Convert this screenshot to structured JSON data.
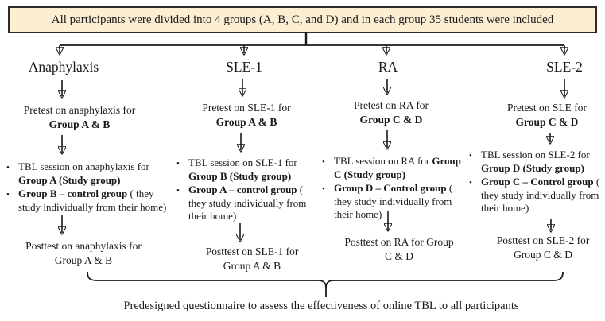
{
  "page": {
    "background": "#ffffff",
    "text_color": "#1a1a1a",
    "line_color": "#1a1a1a"
  },
  "top_box": {
    "text": "All participants were divided into 4 groups (A, B, C, and D) and in each group 35 students were included",
    "bg_color": "#fbeed3",
    "border_color": "#2b2b2b"
  },
  "columns": [
    {
      "title": "Anaphylaxis",
      "pretest_line1": "Pretest on anaphylaxis for",
      "pretest_line2": "Group A & B",
      "bullets": [
        {
          "pre": "TBL session on anaphylaxis for ",
          "bold": "Group A (Study group)",
          "post": ""
        },
        {
          "pre": "",
          "bold": "Group B – control group",
          "post": " ( they study individually from their home)"
        }
      ],
      "posttest_line1": "Posttest on anaphylaxis for",
      "posttest_line2": "Group A & B"
    },
    {
      "title": "SLE-1",
      "pretest_line1": "Pretest on SLE-1 for",
      "pretest_line2": "Group A & B",
      "bullets": [
        {
          "pre": "TBL session on SLE-1 for ",
          "bold": "Group B (Study group)",
          "post": ""
        },
        {
          "pre": "",
          "bold": "Group A – control group",
          "post": " ( they study individually from their home)"
        }
      ],
      "posttest_line1": "Posttest on SLE-1 for",
      "posttest_line2": "Group A & B"
    },
    {
      "title": "RA",
      "pretest_line1": "Pretest on RA for",
      "pretest_line2": "Group C & D",
      "bullets": [
        {
          "pre": "TBL session on RA for ",
          "bold": "Group C (Study group)",
          "post": ""
        },
        {
          "pre": "",
          "bold": "Group D – Control group",
          "post": " ( they study individually from their home)"
        }
      ],
      "posttest_line1": "Posttest on RA for Group",
      "posttest_line2": "C & D"
    },
    {
      "title": "SLE-2",
      "pretest_line1": "Pretest on SLE for",
      "pretest_line2": "Group C & D",
      "bullets": [
        {
          "pre": "TBL session on SLE-2 for ",
          "bold": "Group D (Study group)",
          "post": ""
        },
        {
          "pre": "",
          "bold": "Group C – Control group",
          "post": " ( they study individually from their home)"
        }
      ],
      "posttest_line1": "Posttest on SLE-2 for",
      "posttest_line2": "Group C & D"
    }
  ],
  "footer": {
    "text": "Predesigned questionnaire to assess the effectiveness of online TBL to all participants"
  }
}
